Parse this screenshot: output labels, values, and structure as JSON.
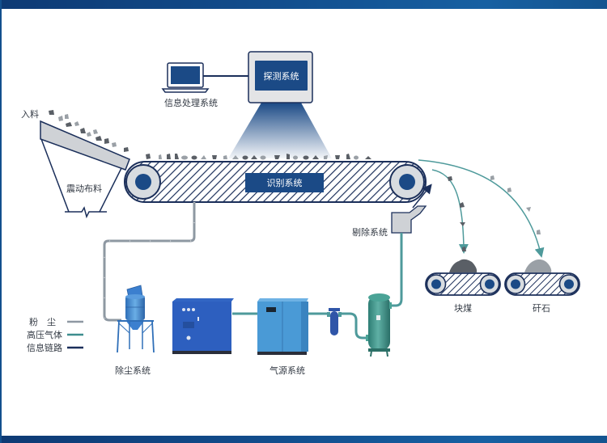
{
  "labels": {
    "feed_in": "入料",
    "vibrating_feeder": "震动布料",
    "info_processing": "信息处理系统",
    "detection": "探测系统",
    "recognition": "识别系统",
    "rejection": "剔除系统",
    "dust_removal": "除尘系统",
    "air_source": "气源系统",
    "lump_coal": "块煤",
    "gangue": "矸石"
  },
  "legend": {
    "items": [
      {
        "label": "粉　尘",
        "color": "#8e98a2"
      },
      {
        "label": "高压气体",
        "color": "#3d8d8e"
      },
      {
        "label": "信息链路",
        "color": "#1b2f5a"
      }
    ]
  },
  "colors": {
    "frame_blue": "#13508e",
    "panel_blue": "#1b4a86",
    "outline_navy": "#1b2f5a",
    "roller_gray": "#d8dce0",
    "pipe_teal": "#4e9a9b",
    "pipe_gray": "#8e98a2",
    "tank_green": "#3f8f86",
    "equipment_blue": "#2f6fc0",
    "compressor_blue": "#4a9ad6",
    "stone_dark": "#5a5f66",
    "stone_light": "#9aa0a6"
  }
}
